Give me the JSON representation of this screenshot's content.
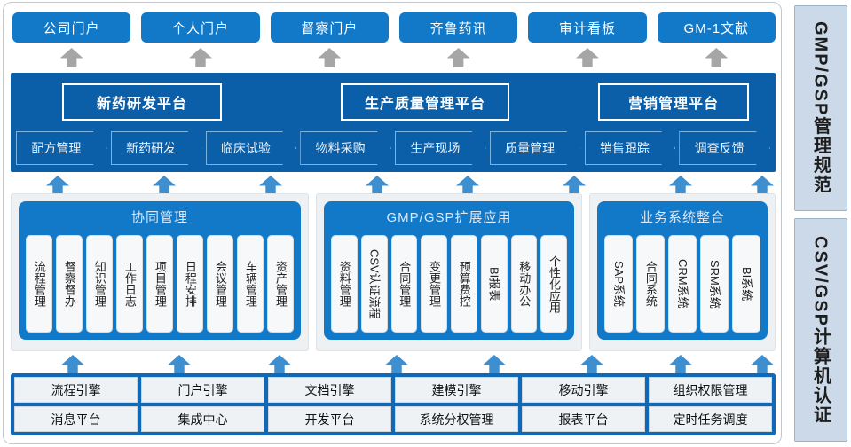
{
  "portals": [
    {
      "label": "公司门户"
    },
    {
      "label": "个人门户"
    },
    {
      "label": "督察门户"
    },
    {
      "label": "齐鲁药讯"
    },
    {
      "label": "审计看板"
    },
    {
      "label": "GM-1文献"
    }
  ],
  "platforms": [
    {
      "label": "新药研发平台"
    },
    {
      "label": "生产质量管理平台"
    },
    {
      "label": "营销管理平台"
    }
  ],
  "process_chevrons": [
    {
      "label": "配方管理"
    },
    {
      "label": "新药研发"
    },
    {
      "label": "临床试验"
    },
    {
      "label": "物料采购"
    },
    {
      "label": "生产现场"
    },
    {
      "label": "质量管理"
    },
    {
      "label": "销售跟踪"
    },
    {
      "label": "调查反馈"
    }
  ],
  "module_groups": [
    {
      "title": "协同管理",
      "items": [
        {
          "label": "流程管理"
        },
        {
          "label": "督察督办"
        },
        {
          "label": "知识管理"
        },
        {
          "label": "工作日志"
        },
        {
          "label": "项目管理"
        },
        {
          "label": "日程安排"
        },
        {
          "label": "会议管理"
        },
        {
          "label": "车辆管理"
        },
        {
          "label": "资产管理"
        }
      ]
    },
    {
      "title": "GMP/GSP扩展应用",
      "items": [
        {
          "label": "资料管理"
        },
        {
          "label": "CSV认证流程"
        },
        {
          "label": "合同管理"
        },
        {
          "label": "变更管理"
        },
        {
          "label": "预算费控"
        },
        {
          "label": "BI报表"
        },
        {
          "label": "移动办公"
        },
        {
          "label": "个性化应用"
        }
      ]
    },
    {
      "title": "业务系统整合",
      "items": [
        {
          "label": "SAP系统"
        },
        {
          "label": "合同系统"
        },
        {
          "label": "CRM系统"
        },
        {
          "label": "SRM系统"
        },
        {
          "label": "BI系统"
        }
      ]
    }
  ],
  "engines": {
    "row1": [
      {
        "label": "流程引擎"
      },
      {
        "label": "门户引擎"
      },
      {
        "label": "文档引擎"
      },
      {
        "label": "建模引擎"
      },
      {
        "label": "移动引擎"
      },
      {
        "label": "组织权限管理"
      }
    ],
    "row2": [
      {
        "label": "消息平台"
      },
      {
        "label": "集成中心"
      },
      {
        "label": "开发平台"
      },
      {
        "label": "系统分权管理"
      },
      {
        "label": "报表平台"
      },
      {
        "label": "定时任务调度"
      }
    ]
  },
  "sidebars": [
    {
      "label": "GMP/GSP管理规范"
    },
    {
      "label": "CSV/GSP计算机认证"
    }
  ],
  "colors": {
    "portal_blue": "#1278c8",
    "band_blue": "#0a5fa8",
    "arrow_gray": "#a6a6a6",
    "arrow_blue": "#3e8fd0",
    "engine_blue": "#1069b8",
    "sidebar_fill": "#ccd9e8",
    "shell_gray": "#eef1f4"
  }
}
